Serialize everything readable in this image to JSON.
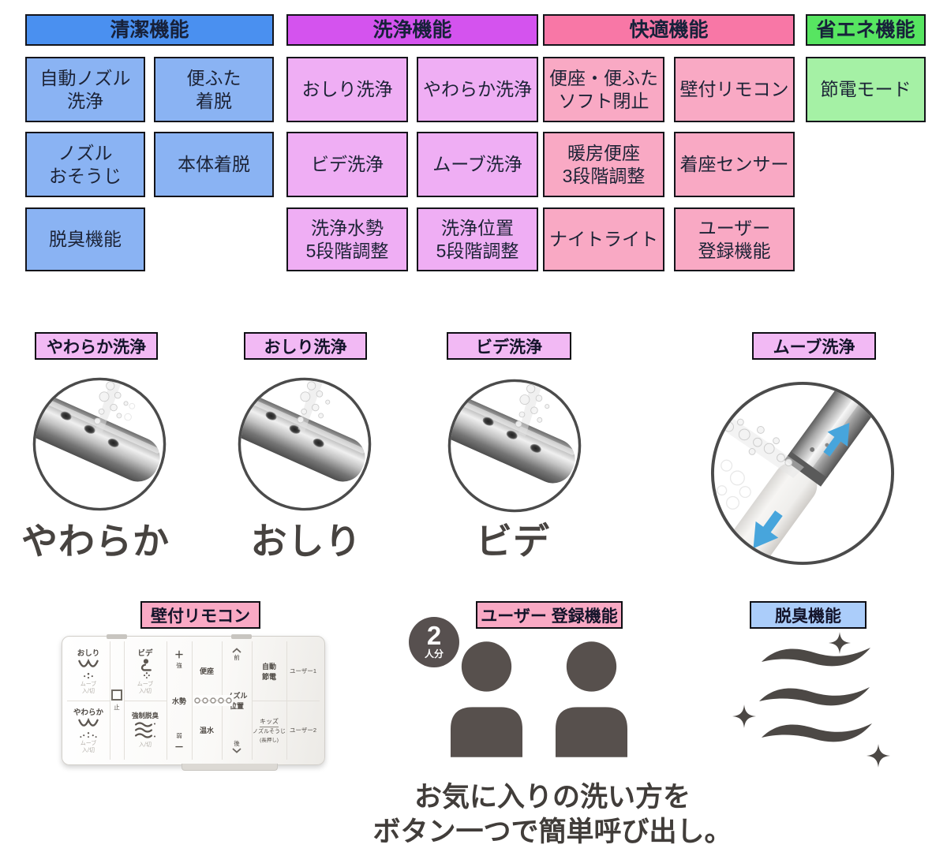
{
  "grid": {
    "headers": [
      "清潔機能",
      "洗浄機能",
      "快適機能",
      "省エネ機能"
    ],
    "cells": [
      {
        "group": "清潔機能",
        "label": "自動ノズル\n洗浄"
      },
      {
        "group": "清潔機能",
        "label": "便ふた\n着脱"
      },
      {
        "group": "清潔機能",
        "label": "ノズル\nおそうじ"
      },
      {
        "group": "清潔機能",
        "label": "本体着脱"
      },
      {
        "group": "清潔機能",
        "label": "脱臭機能"
      },
      {
        "group": "洗浄機能",
        "label": "おしり洗浄"
      },
      {
        "group": "洗浄機能",
        "label": "やわらか洗浄"
      },
      {
        "group": "洗浄機能",
        "label": "ビデ洗浄"
      },
      {
        "group": "洗浄機能",
        "label": "ムーブ洗浄"
      },
      {
        "group": "洗浄機能",
        "label": "洗浄水勢\n5段階調整"
      },
      {
        "group": "洗浄機能",
        "label": "洗浄位置\n5段階調整"
      },
      {
        "group": "快適機能",
        "label": "便座・便ふた\nソフト閉止"
      },
      {
        "group": "快適機能",
        "label": "壁付リモコン"
      },
      {
        "group": "快適機能",
        "label": "暖房便座\n3段階調整"
      },
      {
        "group": "快適機能",
        "label": "着座センサー"
      },
      {
        "group": "快適機能",
        "label": "ナイトライト"
      },
      {
        "group": "快適機能",
        "label": "ユーザー\n登録機能"
      },
      {
        "group": "省エネ機能",
        "label": "節電モード"
      }
    ]
  },
  "showcase": {
    "labels": [
      "やわらか洗浄",
      "おしり洗浄",
      "ビデ洗浄",
      "ムーブ洗浄"
    ],
    "captions": [
      "やわらか",
      "おしり",
      "ビデ"
    ]
  },
  "remote": {
    "label": "壁付リモコン",
    "oshiri": "おしり",
    "yawaraka": "やわらか",
    "bide": "ビデ",
    "stop": "止",
    "dassyu": "強制脱臭",
    "move_io": "ムーブ\n入/切",
    "io": "入/切",
    "plus": "＋",
    "strong": "強",
    "suisei": "水勢",
    "weak": "弱",
    "minus": "－",
    "benza": "便座",
    "onsui": "温水",
    "mae": "前",
    "nozzle_ichi": "ノズル\n位置",
    "ato": "後",
    "jido": "自動\n節電",
    "kids1": "キッズ",
    "kids2": "ノズルそうじ",
    "kids3": "(長押し)",
    "user1": "ユーザー1",
    "user2": "ユーザー2"
  },
  "user_reg": {
    "label": "ユーザー 登録機能",
    "badge_num": "2",
    "badge_unit": "人分"
  },
  "deodorize": {
    "label": "脱臭機能"
  },
  "caption": {
    "line1": "お気に入りの洗い方を",
    "line2": "ボタン一つで簡単呼び出し。"
  },
  "colors": {
    "clean_header": "#4a90f0",
    "clean_cell": "#8ab3f3",
    "wash_header": "#d453ee",
    "wash_cell": "#efaef4",
    "comfort_header": "#f877a6",
    "comfort_cell": "#f9a9c4",
    "eco_header": "#57e561",
    "eco_cell": "#a5f1a5",
    "showcase_label_bg": "#f2b9f4",
    "deodorize_label_bg": "#abcdfa",
    "arrow_blue": "#47a5dc",
    "dark_gray": "#57504f"
  }
}
